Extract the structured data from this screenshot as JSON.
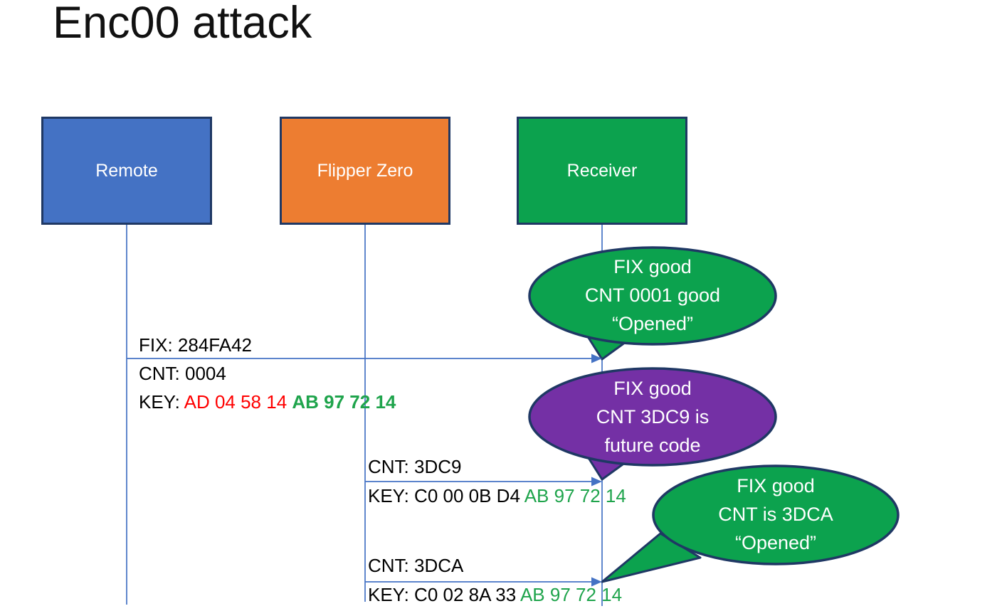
{
  "title": "Enc00 attack",
  "actors": [
    {
      "id": "remote",
      "label": "Remote"
    },
    {
      "id": "flipper",
      "label": "Flipper Zero"
    },
    {
      "id": "receiver",
      "label": "Receiver"
    }
  ],
  "messages": [
    {
      "fix": "FIX: 284FA42",
      "cnt": "CNT: 0004",
      "key_label": "KEY: ",
      "key_red": "AD 04 58 14 ",
      "key_green": "AB 97 72 14"
    },
    {
      "cnt": "CNT: 3DC9",
      "key_black": "KEY: C0 00 0B D4 ",
      "key_green": "AB 97 72 14"
    },
    {
      "cnt": "CNT: 3DCA",
      "key_black": "KEY: C0 02 8A 33 ",
      "key_green": "AB 97 72 14"
    }
  ],
  "callouts": [
    {
      "color": "green",
      "line1": "FIX good",
      "line2": "CNT 0001 good",
      "line3": "“Opened”"
    },
    {
      "color": "purple",
      "line1": "FIX good",
      "line2": "CNT 3DC9 is",
      "line3": "future code"
    },
    {
      "color": "green",
      "line1": "FIX good",
      "line2": "CNT is 3DCA",
      "line3": "“Opened”"
    }
  ],
  "colors": {
    "actor_blue": "#4472C4",
    "actor_orange": "#ED7D31",
    "shape_green": "#0CA24E",
    "callout_purple": "#7430A5",
    "outline_navy": "#1F3864",
    "connector_blue": "#4472C4",
    "key_red": "#FF0000",
    "key_green": "#1FA44C"
  }
}
